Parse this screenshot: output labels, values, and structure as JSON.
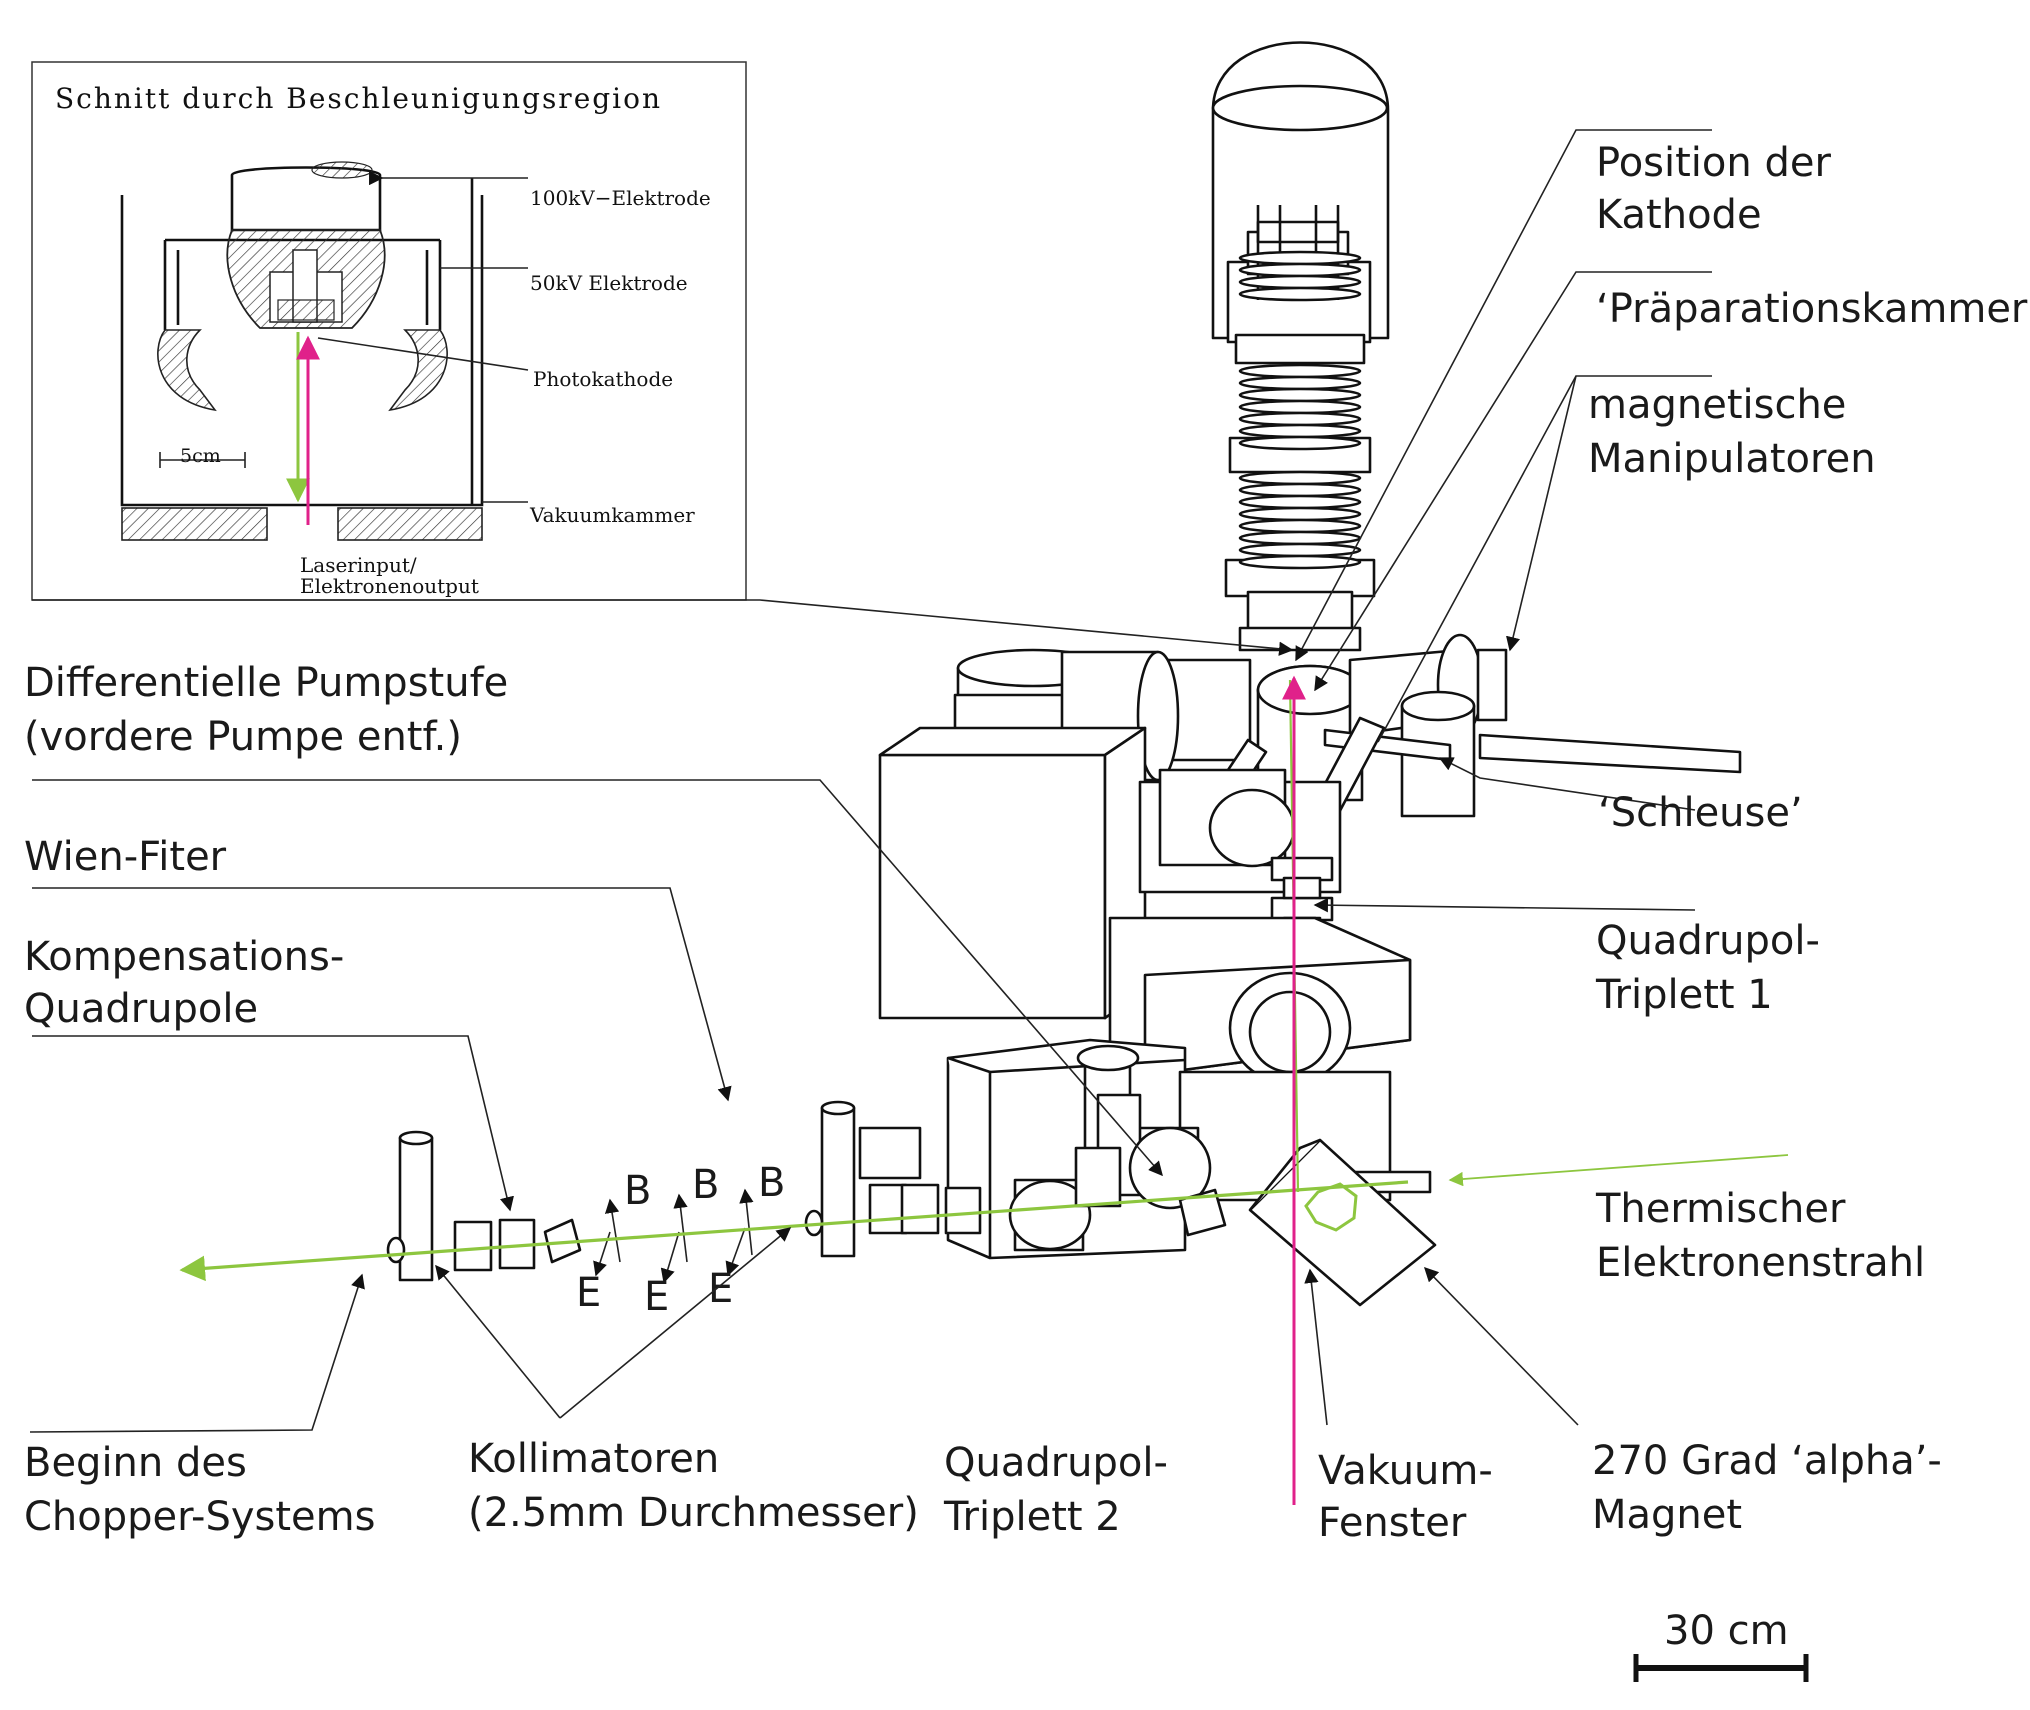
{
  "inset": {
    "title": "Schnitt durch Beschleunigungsregion",
    "electrode_100kv": "100kV−Elektrode",
    "electrode_50kv": "50kV  Elektrode",
    "photocathode": "Photokathode",
    "vacuum_chamber": "Vakuumkammer",
    "scale": "5cm",
    "laser_line1": "Laserinput/",
    "laser_line2": "Elektronenoutput"
  },
  "labels": {
    "cathode_position": [
      "Position der",
      "Kathode"
    ],
    "prep_chamber": "‘Präparationskammer’",
    "magnetic_manipulators": [
      "magnetische",
      "Manipulatoren"
    ],
    "differential_pump": [
      "Differentielle Pumpstufe",
      "(vordere Pumpe entf.)"
    ],
    "wien_filter": "Wien-Fiter",
    "compensation_quadrupoles": [
      "Kompensations-",
      "Quadrupole"
    ],
    "lock": "‘Schleuse’",
    "quadrupole_triplet_1": [
      "Quadrupol-",
      "Triplett 1"
    ],
    "thermal_beam": [
      "Thermischer",
      "Elektronenstrahl"
    ],
    "chopper_start": [
      "Beginn des",
      "Chopper-Systems"
    ],
    "collimators": [
      "Kollimatoren",
      "(2.5mm Durchmesser)"
    ],
    "quadrupole_triplet_2": [
      "Quadrupol-",
      "Triplett 2"
    ],
    "vacuum_window": [
      "Vakuum-",
      "Fenster"
    ],
    "alpha_magnet": [
      "270 Grad ‘alpha’-",
      "Magnet"
    ],
    "field_b": "B",
    "field_e": "E",
    "scale_bar": "30 cm"
  },
  "colors": {
    "laser": "#e0218a",
    "electron_beam": "#8dc63f",
    "line": "#222222"
  }
}
